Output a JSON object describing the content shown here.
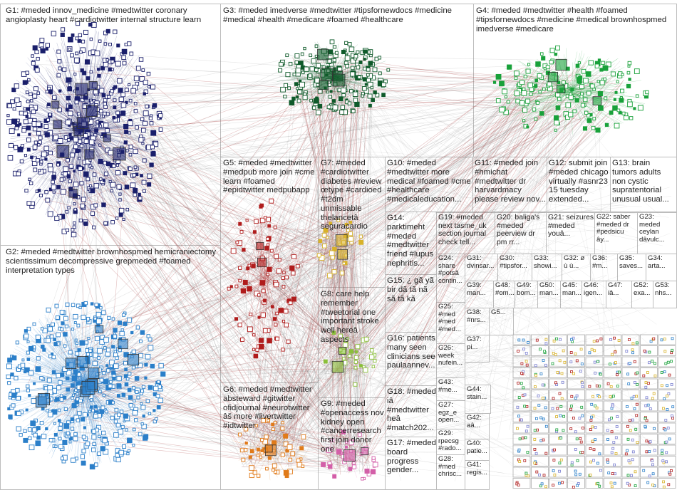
{
  "groups": [
    {
      "id": "g1",
      "label": "G1: #meded innov_medicine #medtwitter coronary angioplasty heart #cardiotwitter internal structure learn"
    },
    {
      "id": "g2",
      "label": "G2: #meded #medtwitter brownhospmed hemicraniectomy scientissimum decompressive grepmeded #foamed interpretation types"
    },
    {
      "id": "g3",
      "label": "G3: #meded imedverse #medtwitter #tipsfornewdocs #medicine #medical #health #medicare #foamed #healthcare"
    },
    {
      "id": "g4",
      "label": "G4: #meded #medtwitter #health #foamed #tipsfornewdocs #medicine #medical brownhospmed imedverse #medicare"
    },
    {
      "id": "g5",
      "label": "G5: #meded #medtwitter #medpub more join #cme learn #foamed #epidtwitter medpubapp"
    },
    {
      "id": "g6",
      "label": "G6: #meded #medtwitter absteward #gitwitter ofidjournal #neurotwitter âš more #livertwitter #idtwitter"
    },
    {
      "id": "g7",
      "label": "G7: #meded #cardiotwitter diabetes #review œtype #cardioed #t2dm unmissable thelancetâ seguracardio"
    },
    {
      "id": "g8",
      "label": "G8: care help remember #tweetorial one important stroke well hereâ aspects"
    },
    {
      "id": "g9",
      "label": "G9: #meded #openaccess nov kidney open #cancerresearch first join donor one"
    },
    {
      "id": "g10",
      "label": "G10: #meded #medtwitter more medical #foamed #cme #healthcare #medicaleducation..."
    },
    {
      "id": "g11",
      "label": "G11: #meded join #hmichat #medtwitter dr harvardmacy please review nov..."
    },
    {
      "id": "g12",
      "label": "G12: submit join #meded chicago virtually #asnr23 15 tuesday extended..."
    },
    {
      "id": "g13",
      "label": "G13: brain tumors adults non cystic supratentorial unusual usual..."
    },
    {
      "id": "g14",
      "label": "G14: parktimeht #meded #medtwitter friend #lupus nephritis..."
    },
    {
      "id": "g15",
      "label": "G15: ¿ gã yã bir dã tã nã sã tã kã"
    },
    {
      "id": "g16",
      "label": "G16: patients many seen clinicians see paulaannev..."
    },
    {
      "id": "g17",
      "label": "G17: #meded board progress gender..."
    },
    {
      "id": "g18",
      "label": "G18: #meded iâ #medtwitter heâ #match202..."
    },
    {
      "id": "g19",
      "label": "G19: #meded next tasme_uk section journal check tell..."
    },
    {
      "id": "g20",
      "label": "G20: baliga's #meded peerview dr pm rr..."
    },
    {
      "id": "g21",
      "label": "G21: seizures #meded youâ..."
    },
    {
      "id": "g22",
      "label": "G22: saber #meded dr #pedsicu ây..."
    },
    {
      "id": "g23",
      "label": "G23: meded ceylan dâvulc..."
    },
    {
      "id": "g24",
      "label": "G24: share #potsâ contin..."
    },
    {
      "id": "g25",
      "label": "G25: #med #med #med..."
    },
    {
      "id": "g26",
      "label": "G26: week nufein..."
    },
    {
      "id": "g27",
      "label": "G27: egz_e open..."
    },
    {
      "id": "g28",
      "label": "G28: #med chrisc..."
    },
    {
      "id": "g29",
      "label": "G29: rpecsg #rado..."
    },
    {
      "id": "g30",
      "label": "G30: #tipsfor..."
    },
    {
      "id": "g31",
      "label": "G31: dvinsar..."
    },
    {
      "id": "g32",
      "label": "G32: ø ù ù..."
    },
    {
      "id": "g33",
      "label": "G33: showi..."
    },
    {
      "id": "g34",
      "label": "G34: arta..."
    },
    {
      "id": "g35",
      "label": "G35: saves..."
    },
    {
      "id": "g36",
      "label": "G36: #m..."
    },
    {
      "id": "g37",
      "label": "G37: pi..."
    },
    {
      "id": "g38",
      "label": "G38: #nrs..."
    },
    {
      "id": "g39",
      "label": "G39: man..."
    },
    {
      "id": "g40",
      "label": "G40: patie..."
    },
    {
      "id": "g41",
      "label": "G41: regis..."
    },
    {
      "id": "g42",
      "label": "G42: aâ..."
    },
    {
      "id": "g43",
      "label": "G43: #me..."
    },
    {
      "id": "g44",
      "label": "G44: stain..."
    },
    {
      "id": "g45",
      "label": "G45: man..."
    },
    {
      "id": "g46",
      "label": "G46: igen..."
    },
    {
      "id": "g47",
      "label": "G47: iâ..."
    },
    {
      "id": "g48",
      "label": "G48: #om..."
    },
    {
      "id": "g49",
      "label": "G49: bom..."
    },
    {
      "id": "g50",
      "label": "G50: man..."
    },
    {
      "id": "g51",
      "label": "G5..."
    },
    {
      "id": "g52",
      "label": "G52: exa..."
    },
    {
      "id": "g53",
      "label": "G53: nhs..."
    }
  ],
  "colors": {
    "g1": "#1a1f6b",
    "g2": "#2b7fc9",
    "g3": "#0f5a2a",
    "g4": "#19a13a",
    "g5": "#b01c1c",
    "g6": "#e07b1a",
    "g7": "#d8b22a",
    "g8": "#8bbf3a",
    "g9": "#d35fa8",
    "g10": "#7a7fd0",
    "g11": "#9b59b6",
    "edge_gray": "#8a8a8a",
    "edge_red": "#b04848",
    "frame": "#bdbdbd"
  }
}
